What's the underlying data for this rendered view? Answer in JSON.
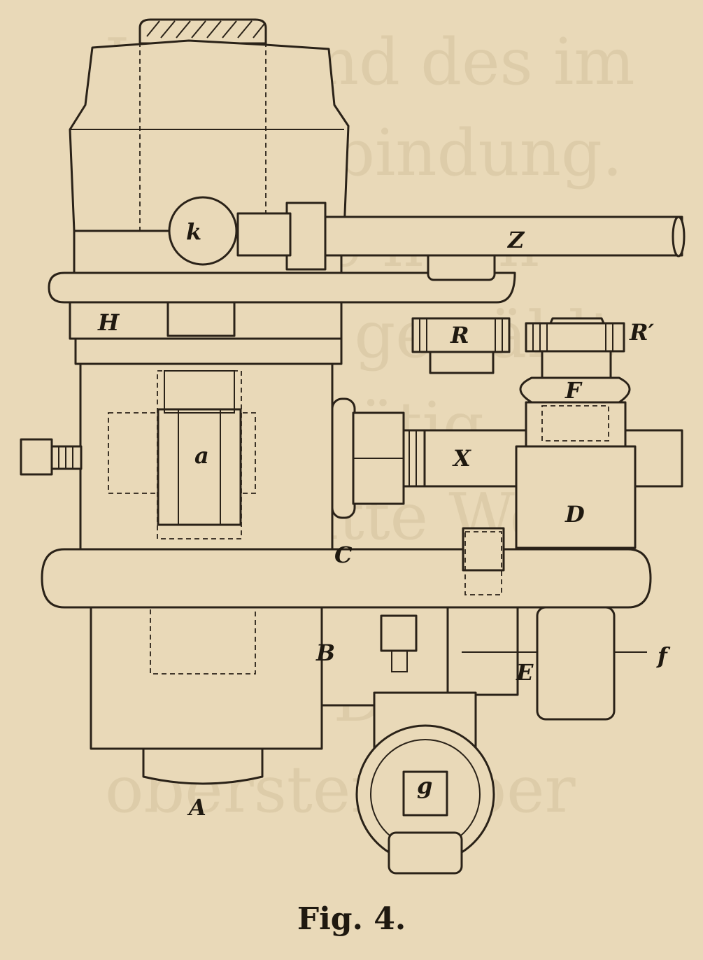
{
  "figure": {
    "caption": "Fig. 4.",
    "labels": {
      "k": "k",
      "Z": "Z",
      "H": "H",
      "R": "R",
      "R_prime": "R′",
      "F": "F",
      "a": "a",
      "X": "X",
      "D": "D",
      "C": "C",
      "B": "B",
      "E": "E",
      "f": "f",
      "g": "g",
      "A": "A"
    }
  },
  "colors": {
    "paper": "#e9d9b8",
    "ink": "#2a2218",
    "bleed": "#c9b58e"
  }
}
